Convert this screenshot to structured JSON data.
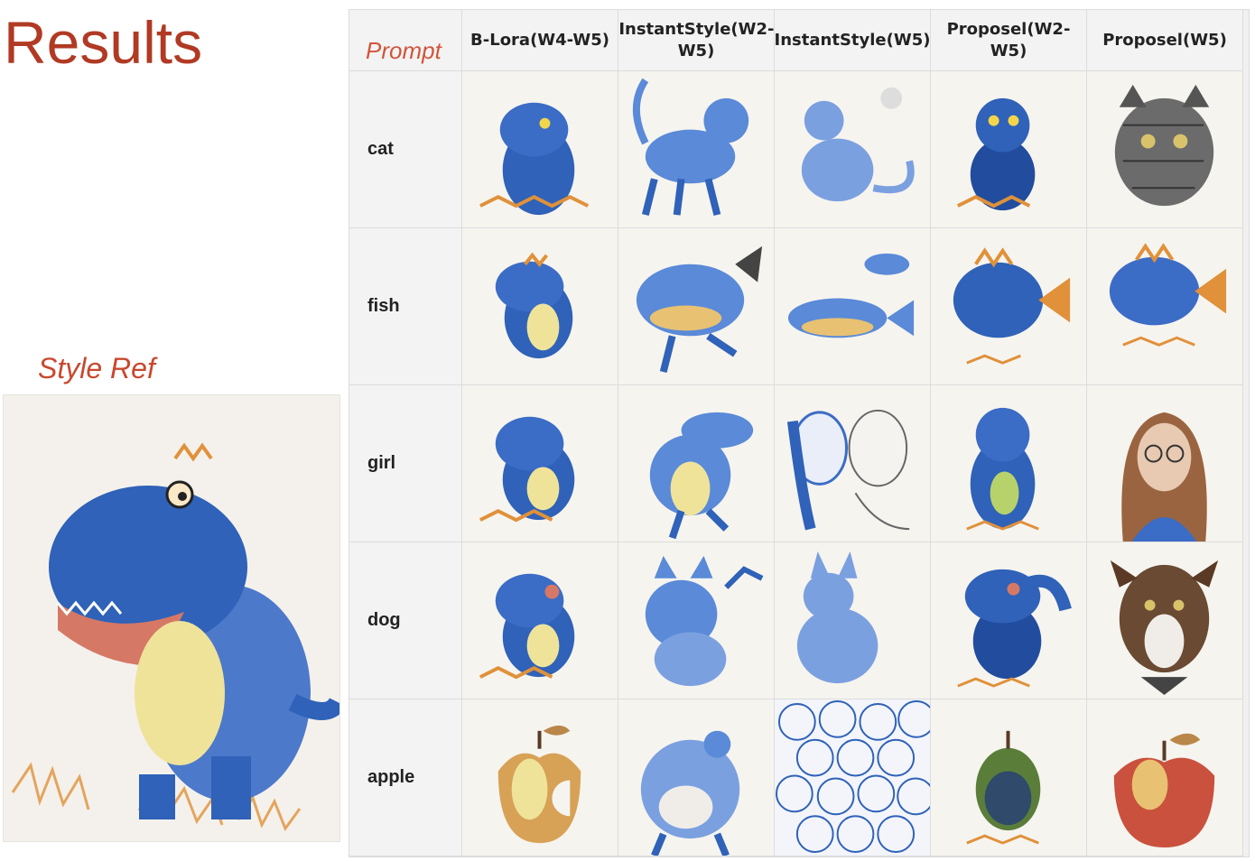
{
  "page": {
    "title": "Results",
    "style_ref_label": "Style Ref"
  },
  "table": {
    "prompt_header": "Prompt",
    "columns": [
      "B-Lora(W4-W5)",
      "InstantStyle(W2-W5)",
      "InstantStyle(W5)",
      "Proposel(W2-W5)",
      "Proposel(W5)"
    ],
    "rows": [
      "cat",
      "fish",
      "girl",
      "dog",
      "apple"
    ]
  },
  "colors": {
    "title": "#b13a24",
    "accent_labels": "#c8482f",
    "sketch_blue": "#2f62b8",
    "sketch_orange": "#e0913a",
    "cell_bg": "#f6f4ef"
  }
}
